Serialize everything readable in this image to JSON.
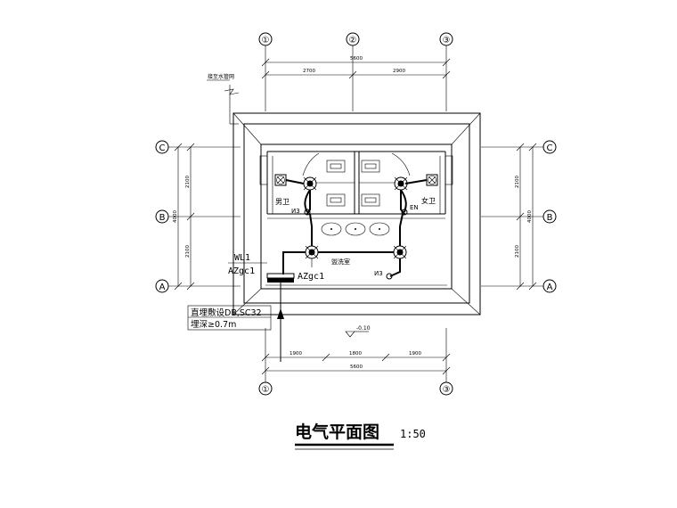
{
  "axes": {
    "vertical": [
      "①",
      "②",
      "③"
    ],
    "horizontal": [
      "A",
      "B",
      "C"
    ]
  },
  "dims": {
    "top_total": "5600",
    "top_segments": [
      "2700",
      "2900"
    ],
    "bottom_total": "5600",
    "bottom_segments": [
      "1900",
      "1800",
      "1900"
    ],
    "side_total": "4000",
    "side_segments": [
      "2100",
      "2100"
    ]
  },
  "labels": {
    "ground_note": "接至水管网",
    "men_toilet": "男卫",
    "women_toilet": "女卫",
    "wash_room": "盥洗室",
    "wl": "WL1",
    "panel_left": "AZgc1",
    "panel_right": "AZgc1",
    "switch_code_left": "И3",
    "switch_code_right": "EN",
    "switch_code_wash": "И3",
    "cable_line1": "直埋敷设DB,SC32",
    "cable_line2": "埋深≥0.7m",
    "elevation": "-0.10"
  },
  "title": {
    "main": "电气平面图",
    "scale": "1:50"
  }
}
